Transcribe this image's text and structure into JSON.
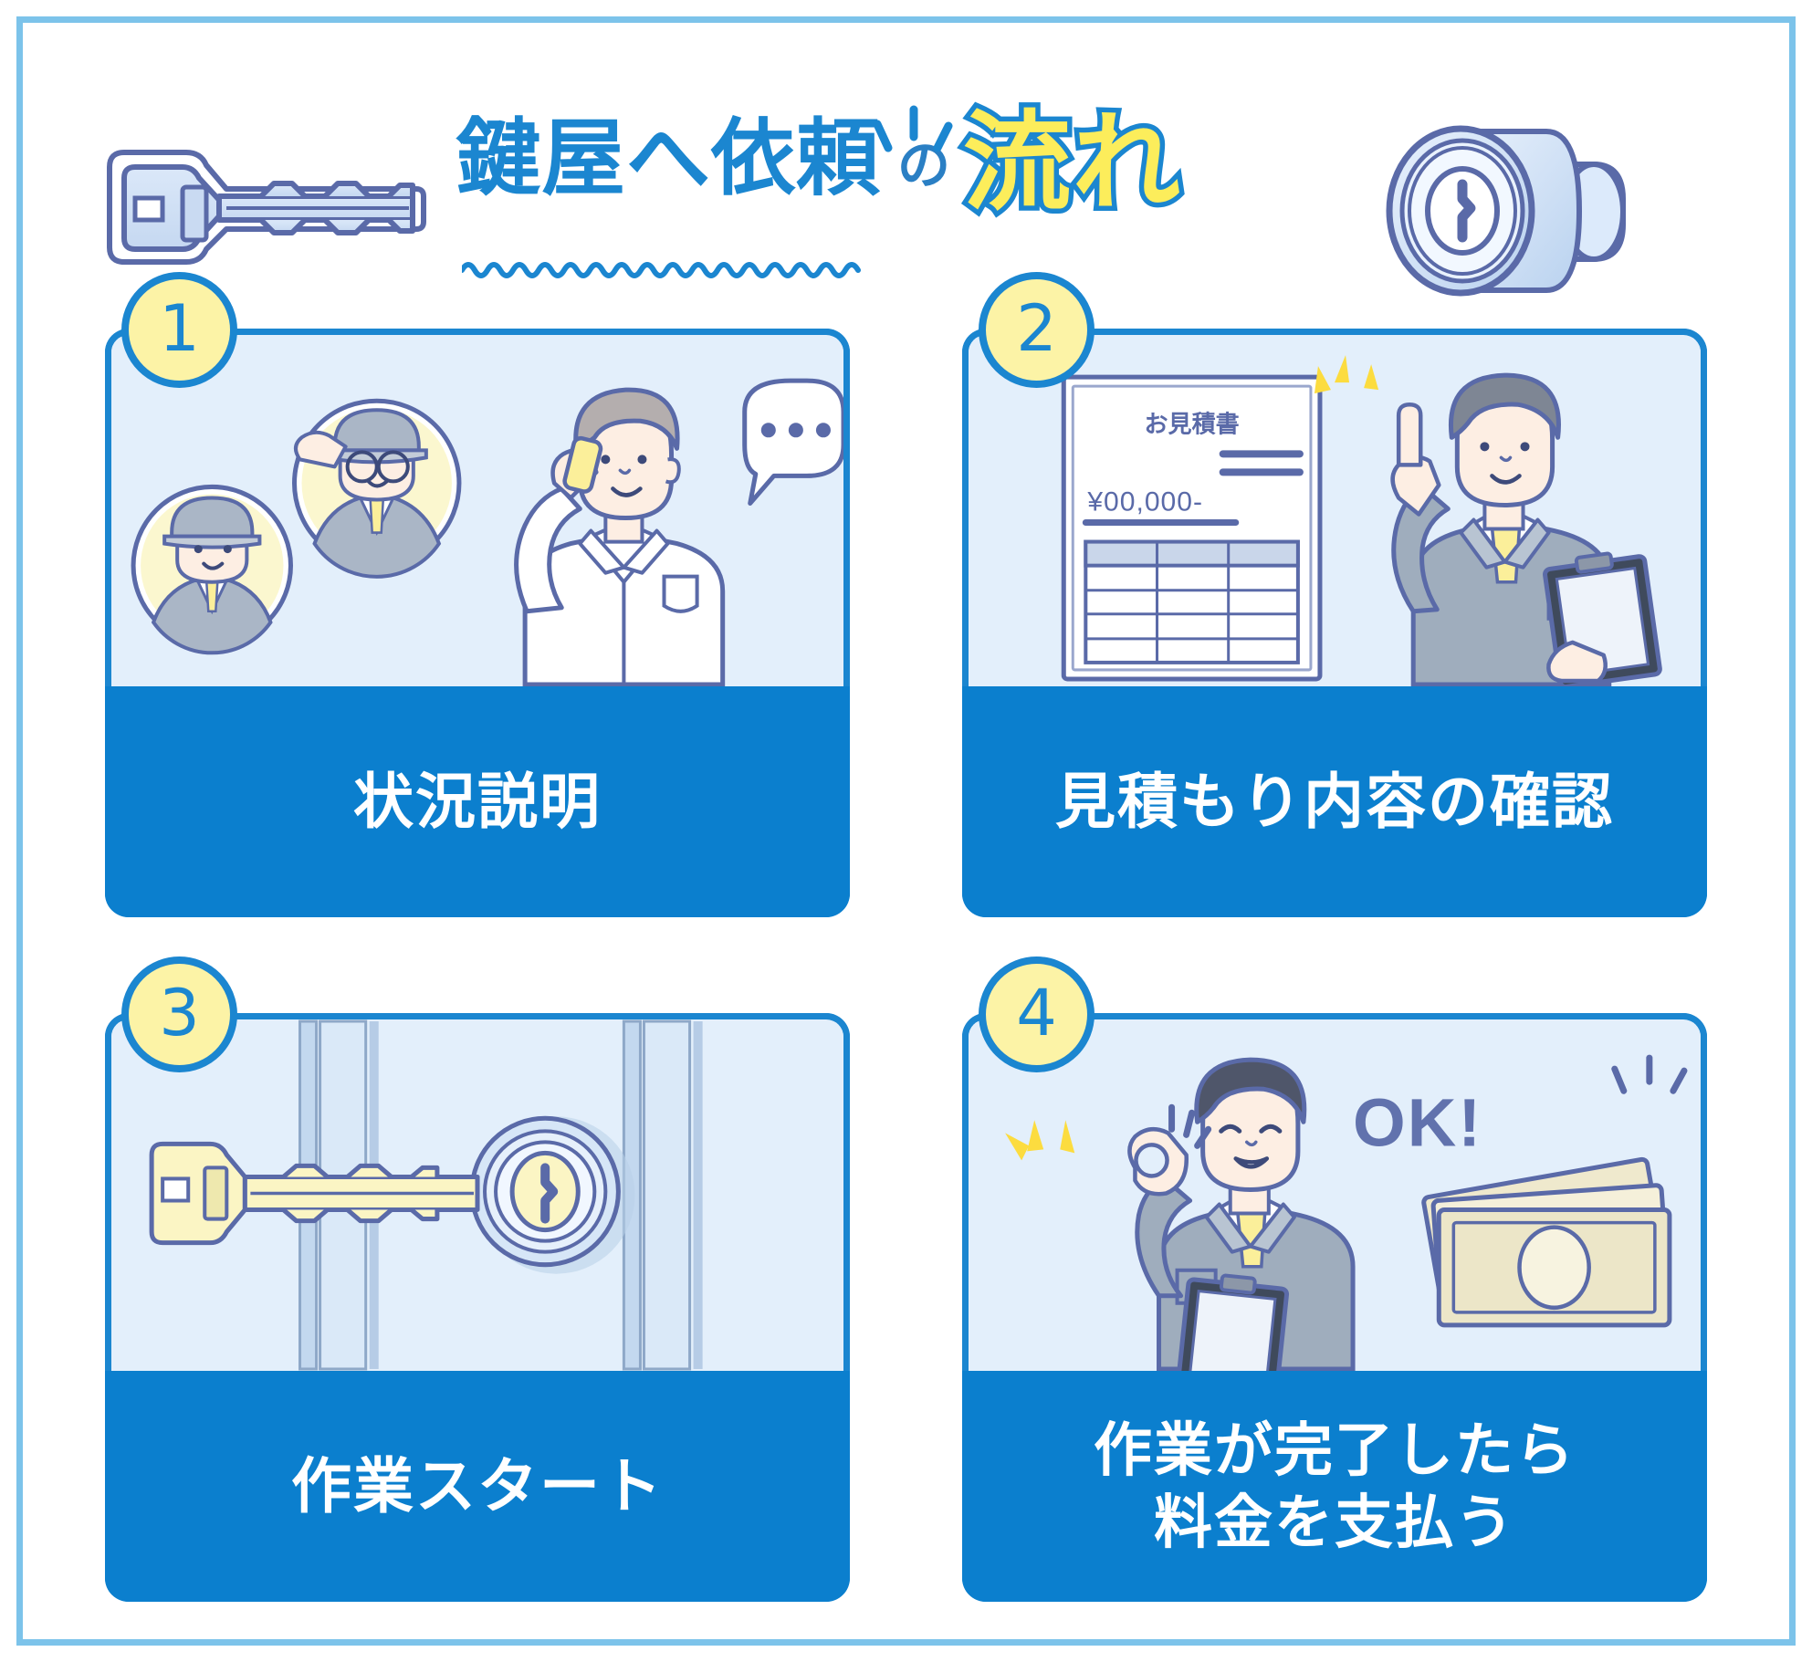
{
  "header": {
    "title_main": "鍵屋へ依頼",
    "title_particle": "の",
    "title_accent": "流れ",
    "key_icon": "key-icon",
    "lock_icon": "lock-cylinder-icon",
    "sparkle_icon": "sparkle-icon",
    "wave_icon": "wavy-underline"
  },
  "colors": {
    "frame_border": "#7cc3ea",
    "card_blue": "#0b7fce",
    "card_border": "#1b86d0",
    "card_bg": "#e3effb",
    "badge_fill": "#fcf3a6",
    "accent_yellow": "#fced5b",
    "title_blue": "#1b86d0",
    "line_navy": "#5a6aa8",
    "caption_text": "#ffffff"
  },
  "steps": [
    {
      "number": "1",
      "caption": "状況説明",
      "caption_lines": [
        "状況説明"
      ],
      "scene": "phone-call-scene",
      "speech_bubble": "•••"
    },
    {
      "number": "2",
      "caption": "見積もり内容の確認",
      "caption_lines": [
        "見積もり内容の確認"
      ],
      "scene": "estimate-document-scene",
      "document": {
        "title": "お見積書",
        "amount": "¥00,000-"
      }
    },
    {
      "number": "3",
      "caption": "作業スタート",
      "caption_lines": [
        "作業スタート"
      ],
      "scene": "key-and-lock-door-scene"
    },
    {
      "number": "4",
      "caption": "作業が完了したら料金を支払う",
      "caption_lines": [
        "作業が完了したら",
        "料金を支払う"
      ],
      "scene": "ok-payment-scene",
      "ok_label": "OK!"
    }
  ]
}
